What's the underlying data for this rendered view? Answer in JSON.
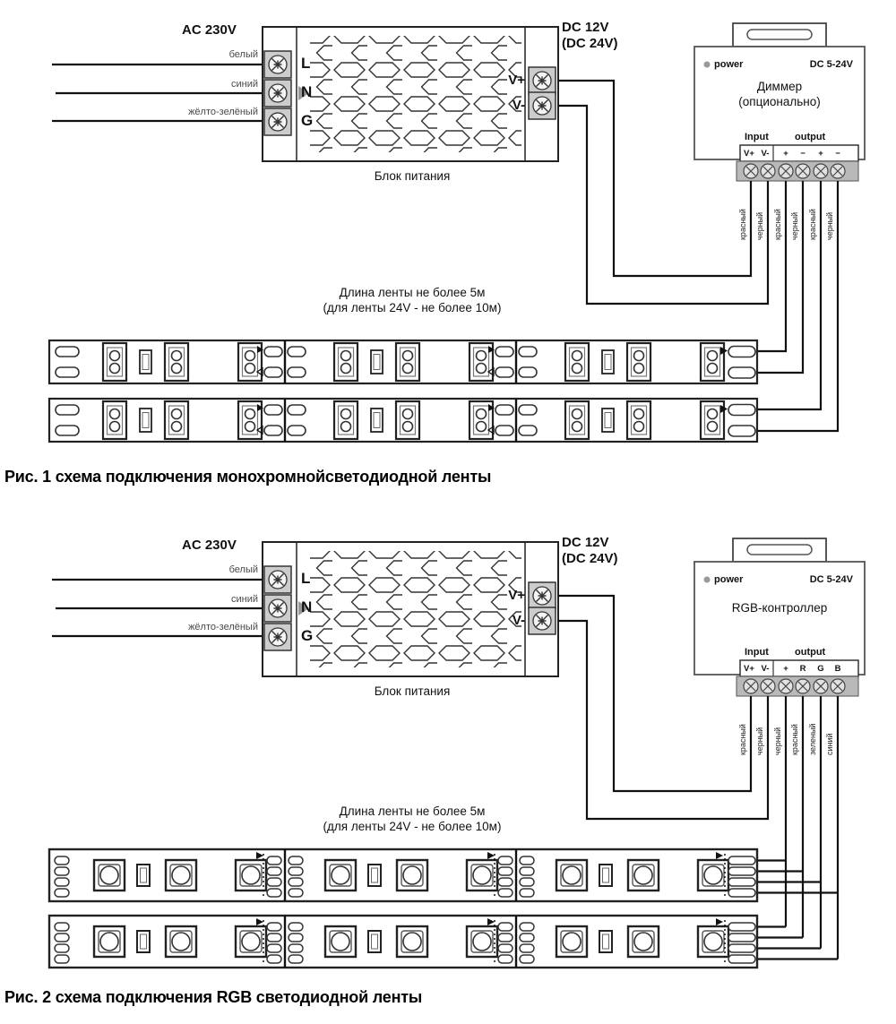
{
  "figure1": {
    "ac_input": {
      "label": "AC 230V",
      "wires": [
        "белый",
        "синий",
        "жёлто-зелёный"
      ]
    },
    "psu": {
      "left_terminals": [
        "L",
        "N",
        "G"
      ],
      "right_terminals": [
        "V+",
        "V-"
      ],
      "caption": "Блок питания"
    },
    "dc_output": {
      "line1": "DC 12V",
      "line2": "(DC 24V)"
    },
    "controller": {
      "power": "power",
      "voltage": "DC 5-24V",
      "title1": "Диммер",
      "title2": "(опционально)",
      "input": "Input",
      "output": "output",
      "terminals": [
        "V+",
        "V-",
        "+",
        "−",
        "+",
        "−"
      ]
    },
    "wire_colors": [
      "красный",
      "черный",
      "красный",
      "черный",
      "красный",
      "черный"
    ],
    "note1": "Длина ленты не более 5м",
    "note2": "(для ленты 24V - не более 10м)",
    "caption": "Рис. 1 схема подключения монохромнойсветодиодной ленты"
  },
  "figure2": {
    "ac_input": {
      "label": "AC 230V",
      "wires": [
        "белый",
        "синий",
        "жёлто-зелёный"
      ]
    },
    "psu": {
      "left_terminals": [
        "L",
        "N",
        "G"
      ],
      "right_terminals": [
        "V+",
        "V-"
      ],
      "caption": "Блок питания"
    },
    "dc_output": {
      "line1": "DC 12V",
      "line2": "(DC 24V)"
    },
    "controller": {
      "power": "power",
      "voltage": "DC 5-24V",
      "title1": "RGB-контроллер",
      "title2": "",
      "input": "Input",
      "output": "output",
      "terminals": [
        "V+",
        "V-",
        "+",
        "R",
        "G",
        "B"
      ]
    },
    "wire_colors": [
      "красный",
      "черный",
      "черный",
      "красный",
      "зеленый",
      "синий"
    ],
    "note1": "Длина ленты не более 5м",
    "note2": "(для ленты 24V - не более 10м)",
    "caption": "Рис. 2 схема подключения RGB светодиодной ленты"
  }
}
